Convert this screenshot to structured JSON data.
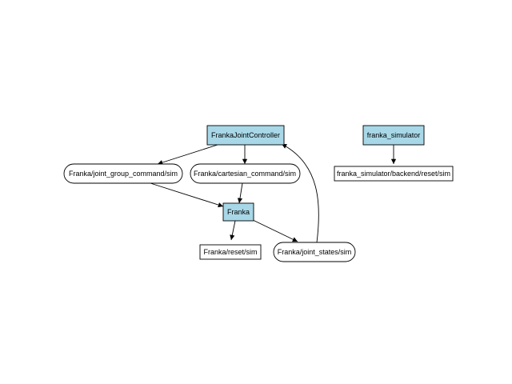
{
  "nodes": {
    "franka_joint_controller": {
      "label": "FrankaJointController",
      "kind": "node"
    },
    "franka_simulator": {
      "label": "franka_simulator",
      "kind": "node"
    },
    "franka": {
      "label": "Franka",
      "kind": "node"
    },
    "joint_group_command": {
      "label": "Franka/joint_group_command/sim",
      "kind": "topic"
    },
    "cartesian_command": {
      "label": "Franka/cartesian_command/sim",
      "kind": "topic"
    },
    "reset": {
      "label": "Franka/reset/sim",
      "kind": "service"
    },
    "joint_states": {
      "label": "Franka/joint_states/sim",
      "kind": "topic"
    },
    "backend_reset": {
      "label": "franka_simulator/backend/reset/sim",
      "kind": "service"
    }
  },
  "edges": [
    {
      "from": "franka_joint_controller",
      "to": "joint_group_command"
    },
    {
      "from": "franka_joint_controller",
      "to": "cartesian_command"
    },
    {
      "from": "joint_group_command",
      "to": "franka"
    },
    {
      "from": "cartesian_command",
      "to": "franka"
    },
    {
      "from": "franka",
      "to": "reset"
    },
    {
      "from": "franka",
      "to": "joint_states"
    },
    {
      "from": "joint_states",
      "to": "franka_joint_controller"
    },
    {
      "from": "franka_simulator",
      "to": "backend_reset"
    }
  ],
  "colors": {
    "node_fill": "#a8d8e8",
    "stroke": "#000000",
    "background": "#ffffff"
  }
}
